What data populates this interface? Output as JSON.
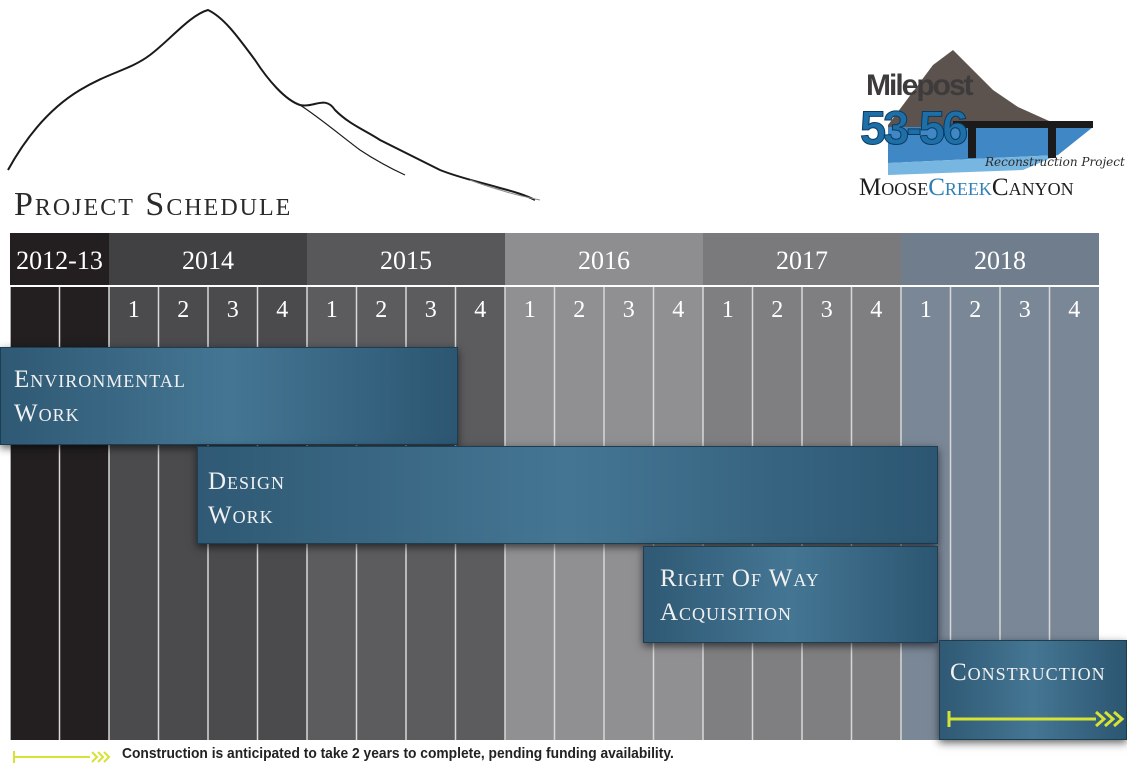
{
  "title": "Project Schedule",
  "logo": {
    "line1": "Milepost",
    "line2": "53-56",
    "subtitle": "Reconstruction Project",
    "name_part1": "Moose",
    "name_part2": "Creek",
    "name_part3": "Canyon"
  },
  "chart_data": {
    "type": "gantt",
    "periods": [
      {
        "label": "2012-13",
        "quarters": [
          "",
          ""
        ]
      },
      {
        "label": "2014",
        "quarters": [
          "1",
          "2",
          "3",
          "4"
        ]
      },
      {
        "label": "2015",
        "quarters": [
          "1",
          "2",
          "3",
          "4"
        ]
      },
      {
        "label": "2016",
        "quarters": [
          "1",
          "2",
          "3",
          "4"
        ]
      },
      {
        "label": "2017",
        "quarters": [
          "1",
          "2",
          "3",
          "4"
        ]
      },
      {
        "label": "2018",
        "quarters": [
          "1",
          "2",
          "3",
          "4"
        ]
      }
    ],
    "tasks": [
      {
        "name_line1": "Environmental",
        "name_line2": "Work",
        "start": "2012-13",
        "end": "2015 Q3"
      },
      {
        "name_line1": "Design",
        "name_line2": "Work",
        "start": "2014 Q2",
        "end": "2017 Q4"
      },
      {
        "name_line1": "Right Of Way",
        "name_line2": "Acquisition",
        "start": "2016 Q3",
        "end": "2017 Q4"
      },
      {
        "name_line1": "Construction",
        "name_line2": "",
        "start": "2018 Q1",
        "end": "2018 Q4"
      }
    ],
    "footnote": "Construction is anticipated to take 2 years to complete, pending funding availability."
  },
  "colors": {
    "bar": "#3d6a87",
    "arrow": "#d6e234",
    "year_2012": "#231f20",
    "year_2014": "#414042",
    "year_2015": "#58585a",
    "year_2016": "#8e8e90",
    "year_2017": "#7a7a7c",
    "year_2018": "#6f7d8d"
  }
}
